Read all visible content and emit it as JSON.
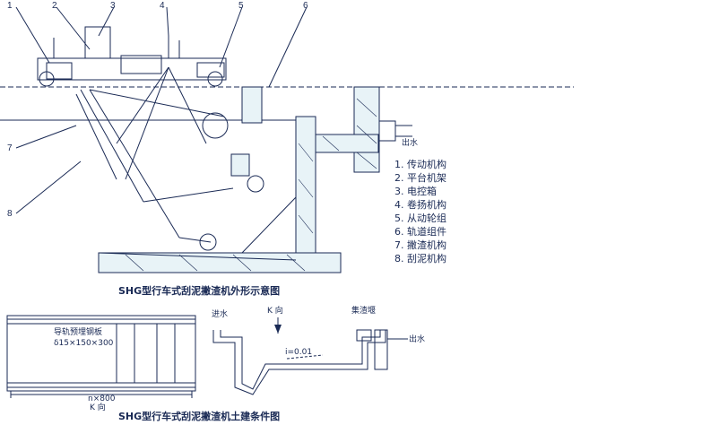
{
  "diagram": {
    "part_numbers": [
      "1",
      "2",
      "3",
      "4",
      "5",
      "6",
      "7",
      "8"
    ],
    "outlet_label_top": "出水",
    "legend": [
      "1. 传动机构",
      "2. 平台机架",
      "3. 电控箱",
      "4. 卷扬机构",
      "5. 从动轮组",
      "6. 轨道组件",
      "7. 撇渣机构",
      "8. 刮泥机构"
    ],
    "caption_top": "SHG型行车式刮泥撇渣机外形示意图",
    "plan": {
      "plate_label_1": "导轨预埋钢板",
      "plate_label_2": "δ15×150×300",
      "dimension_label": "n×800",
      "direction_label": "K 向"
    },
    "section": {
      "inlet_label": "进水",
      "direction_label": "K 向",
      "scum_trough_label": "集渣堰",
      "outlet_label": "出水",
      "slope_label": "i=0.01"
    },
    "caption_bottom": "SHG型行车式刮泥撇渣机土建条件图"
  }
}
